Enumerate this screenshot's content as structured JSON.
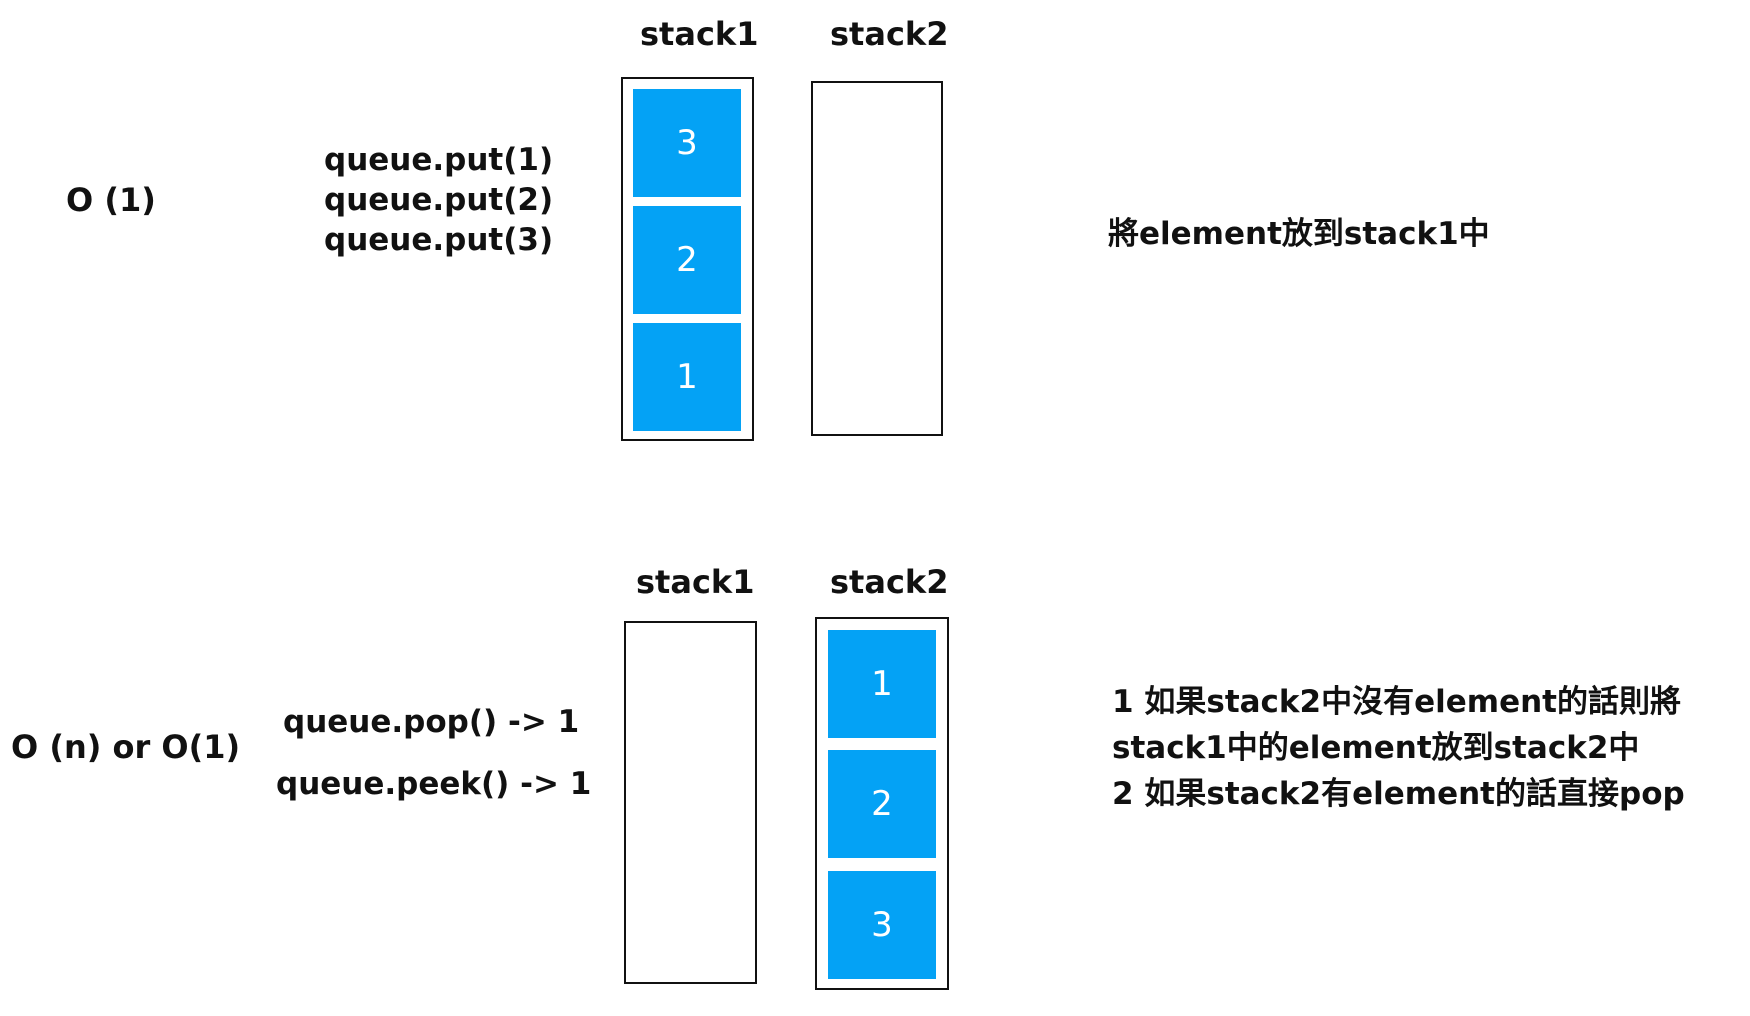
{
  "top": {
    "complexity": "O (1)",
    "operations": [
      "queue.put(1)",
      "queue.put(2)",
      "queue.put(3)"
    ],
    "stack1": {
      "title": "stack1",
      "items": [
        "3",
        "2",
        "1"
      ]
    },
    "stack2": {
      "title": "stack2",
      "items": []
    },
    "description": [
      "將element放到stack1中"
    ]
  },
  "bottom": {
    "complexity": "O (n) or O(1)",
    "operations": [
      "queue.pop() -> 1",
      "queue.peek() -> 1"
    ],
    "stack1": {
      "title": "stack1",
      "items": []
    },
    "stack2": {
      "title": "stack2",
      "items": [
        "1",
        "2",
        "3"
      ]
    },
    "description": [
      "1 如果stack2中沒有element的話則將",
      "stack1中的element放到stack2中",
      "2 如果stack2有element的話直接pop"
    ]
  },
  "colors": {
    "item_fill": "#04a2f5",
    "item_text": "#ffffff",
    "border": "#111111"
  }
}
